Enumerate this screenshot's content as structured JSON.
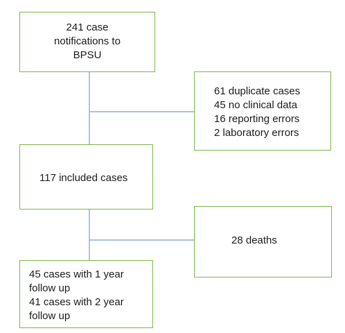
{
  "flowchart": {
    "notifications": [
      "241 case",
      "notifications to",
      "BPSU"
    ],
    "exclusions": [
      "61 duplicate cases",
      "45 no clinical data",
      "16 reporting errors",
      "2 laboratory errors"
    ],
    "included": [
      "117 included cases"
    ],
    "deaths": [
      "28 deaths"
    ],
    "followup": [
      "45 cases with 1 year",
      "follow up",
      "41 cases with 2 year",
      "follow up"
    ]
  },
  "colors": {
    "box_border": "#7ab648",
    "connector": "#a9c3e6"
  }
}
